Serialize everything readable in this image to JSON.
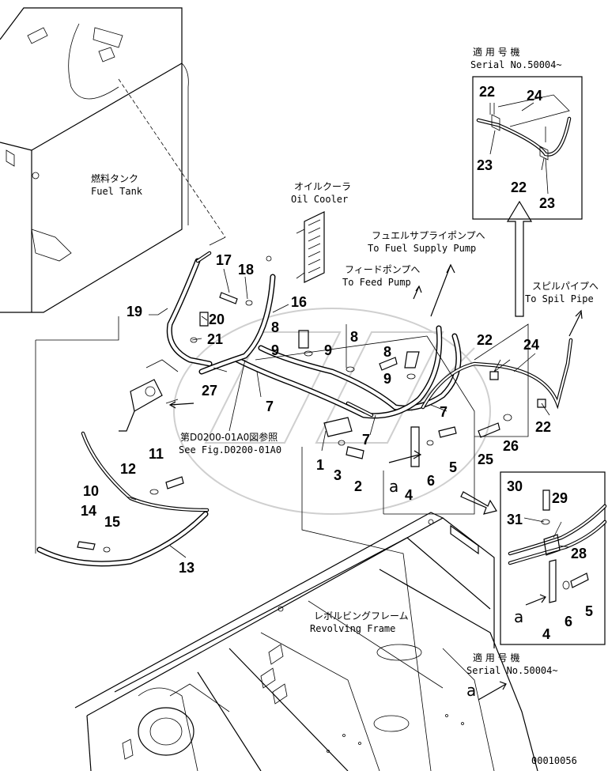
{
  "labels": {
    "fuel_tank_jp": "燃料タンク",
    "fuel_tank_en": "Fuel Tank",
    "oil_cooler_jp": "オイルクーラ",
    "oil_cooler_en": "Oil Cooler",
    "fuel_supply_jp": "フュエルサプライポンプへ",
    "fuel_supply_en": "To Fuel Supply Pump",
    "feed_pump_jp": "フィードポンプへ",
    "feed_pump_en": "To Feed Pump",
    "spill_pipe_jp": "スピルパイプへ",
    "spill_pipe_en": "To Spil Pipe",
    "see_fig_jp": "第D0200-01A0図参照",
    "see_fig_en": "See Fig.D0200-01A0",
    "revolving_frame_jp": "レボルビングフレーム",
    "revolving_frame_en": "Revolving Frame",
    "serial_top_jp": "適 用 号 機",
    "serial_top_en": "Serial No.50004~",
    "serial_bottom_jp": "適 用 号 機",
    "serial_bottom_en": "Serial No.50004~",
    "view_a": "a",
    "drawing_number": "00010056"
  },
  "callouts": {
    "n1": "1",
    "n2": "2",
    "n3": "3",
    "n4": "4",
    "n5": "5",
    "n6": "6",
    "n7": "7",
    "n8": "8",
    "n9": "9",
    "n10": "10",
    "n11": "11",
    "n12": "12",
    "n13": "13",
    "n14": "14",
    "n15": "15",
    "n16": "16",
    "n17": "17",
    "n18": "18",
    "n19": "19",
    "n20": "20",
    "n21": "21",
    "n22": "22",
    "n23": "23",
    "n24": "24",
    "n25": "25",
    "n26": "26",
    "n27": "27",
    "n28": "28",
    "n29": "29",
    "n30": "30",
    "n31": "31"
  }
}
